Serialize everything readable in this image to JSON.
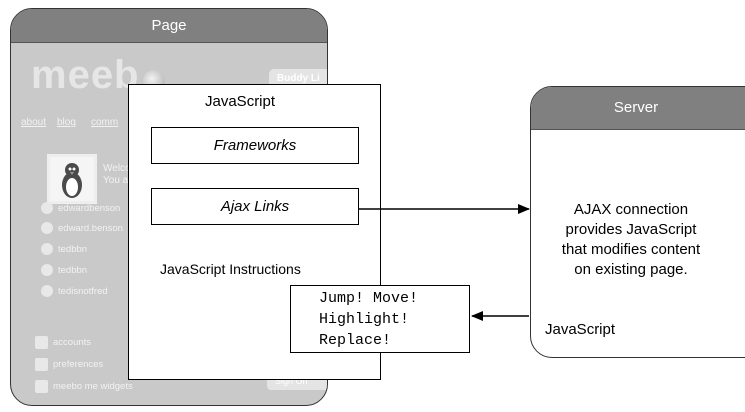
{
  "page_panel": {
    "title": "Page",
    "logo_text": "meeb",
    "buddy_button": "Buddy Li",
    "nav_links": [
      "about",
      "blog",
      "comm"
    ],
    "welcome_lines": [
      "Welco",
      "You a"
    ],
    "buddies": [
      {
        "name": "edwardbenson",
        "icon": "user-icon"
      },
      {
        "name": "edward.benson",
        "icon": "chat-icon"
      },
      {
        "name": "tedbbn",
        "icon": "user-icon"
      },
      {
        "name": "tedbbn",
        "icon": "globe-icon"
      },
      {
        "name": "tedisnotfred",
        "icon": "user-icon"
      }
    ],
    "bottom_items": [
      {
        "label": "accounts",
        "icon": "accounts-icon"
      },
      {
        "label": "preferences",
        "icon": "gear-icon"
      },
      {
        "label": "meebo me widgets",
        "icon": "widget-icon"
      }
    ],
    "sign_button": "Sign On"
  },
  "javascript_box": {
    "title": "JavaScript",
    "frameworks": "Frameworks",
    "ajax_links": "Ajax Links",
    "instructions_title": "JavaScript Instructions",
    "instructions": [
      "Jump! Move!",
      "Highlight!",
      "Replace!"
    ]
  },
  "server_panel": {
    "title": "Server",
    "description": [
      "AJAX connection",
      "provides JavaScript",
      "that modifies content",
      "on existing page."
    ],
    "javascript_label": "JavaScript"
  },
  "colors": {
    "header_gray": "#808080",
    "page_background": "#c9c9c9",
    "line": "#000000"
  }
}
